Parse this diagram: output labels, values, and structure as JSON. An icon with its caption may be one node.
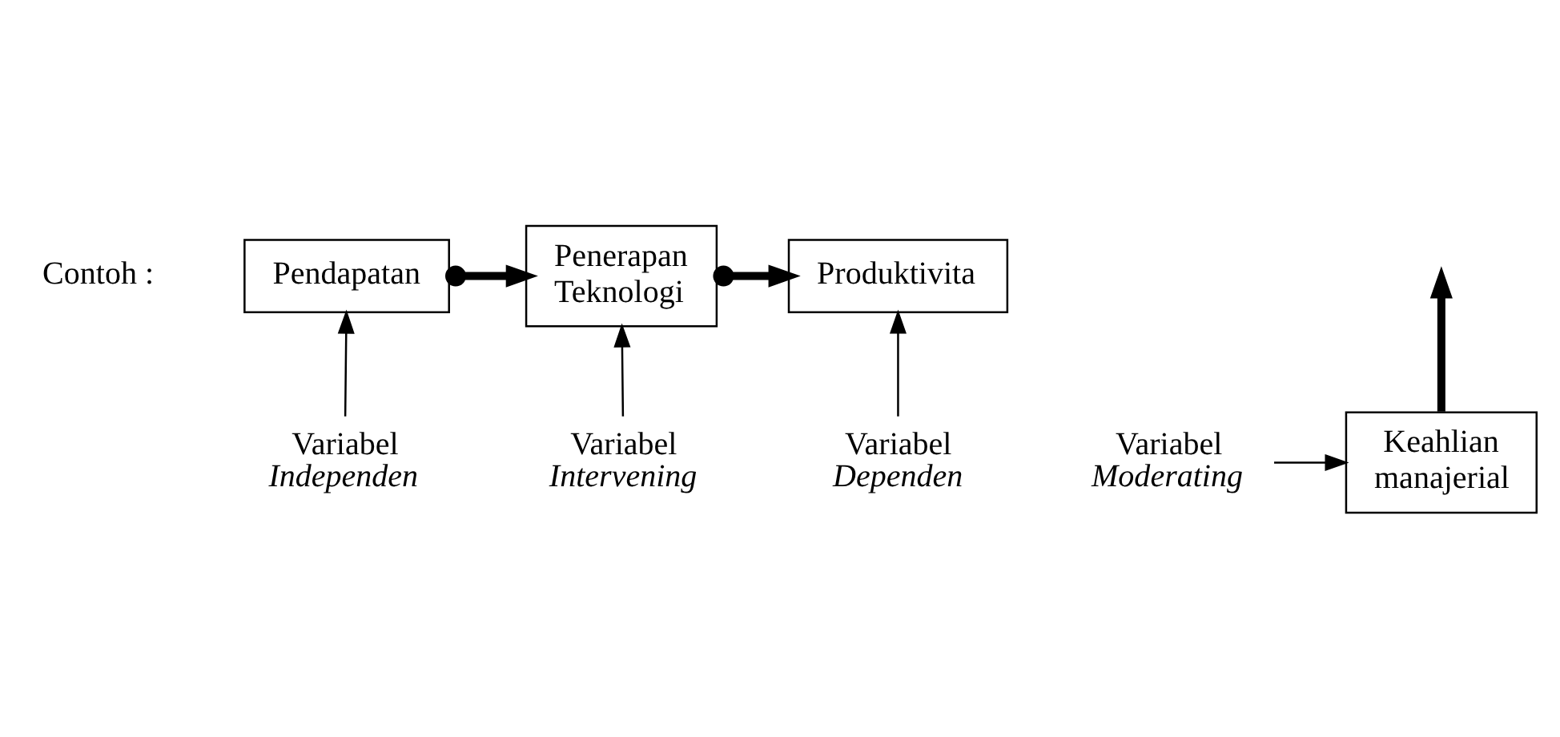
{
  "diagram": {
    "nodes": [
      {
        "text": [
          "Pendapatan"
        ]
      },
      {
        "text": [
          "Penerapan Teknologi"
        ]
      },
      {
        "text": [
          "Produktivita"
        ]
      },
      {
        "text": [
          "Keahlian manajerial"
        ]
      },
      {
        "text": [
          "Variabel *Independen*"
        ]
      },
      {
        "text": [
          "Variabel *Intervening*"
        ]
      },
      {
        "text": [
          "Variabel *Dependen*"
        ]
      },
      {
        "text": [
          "Variabel *Moderating*"
        ]
      }
    ],
    "edges": [
      {
        "from": 0,
        "to": 1,
        "arrow": "to",
        "style": "thick"
      },
      {
        "from": 1,
        "to": 2,
        "arrow": "to",
        "style": "thick"
      },
      {
        "from": 3,
        "to": null,
        "arrow": "to",
        "style": "thick"
      },
      {
        "from": 4,
        "to": 0,
        "arrow": "to"
      },
      {
        "from": 5,
        "to": 1,
        "arrow": "to"
      },
      {
        "from": 6,
        "to": 2,
        "arrow": "to"
      },
      {
        "from": 7,
        "to": 3,
        "arrow": "to"
      }
    ],
    "labels": [
      "Contoh :"
    ]
  }
}
